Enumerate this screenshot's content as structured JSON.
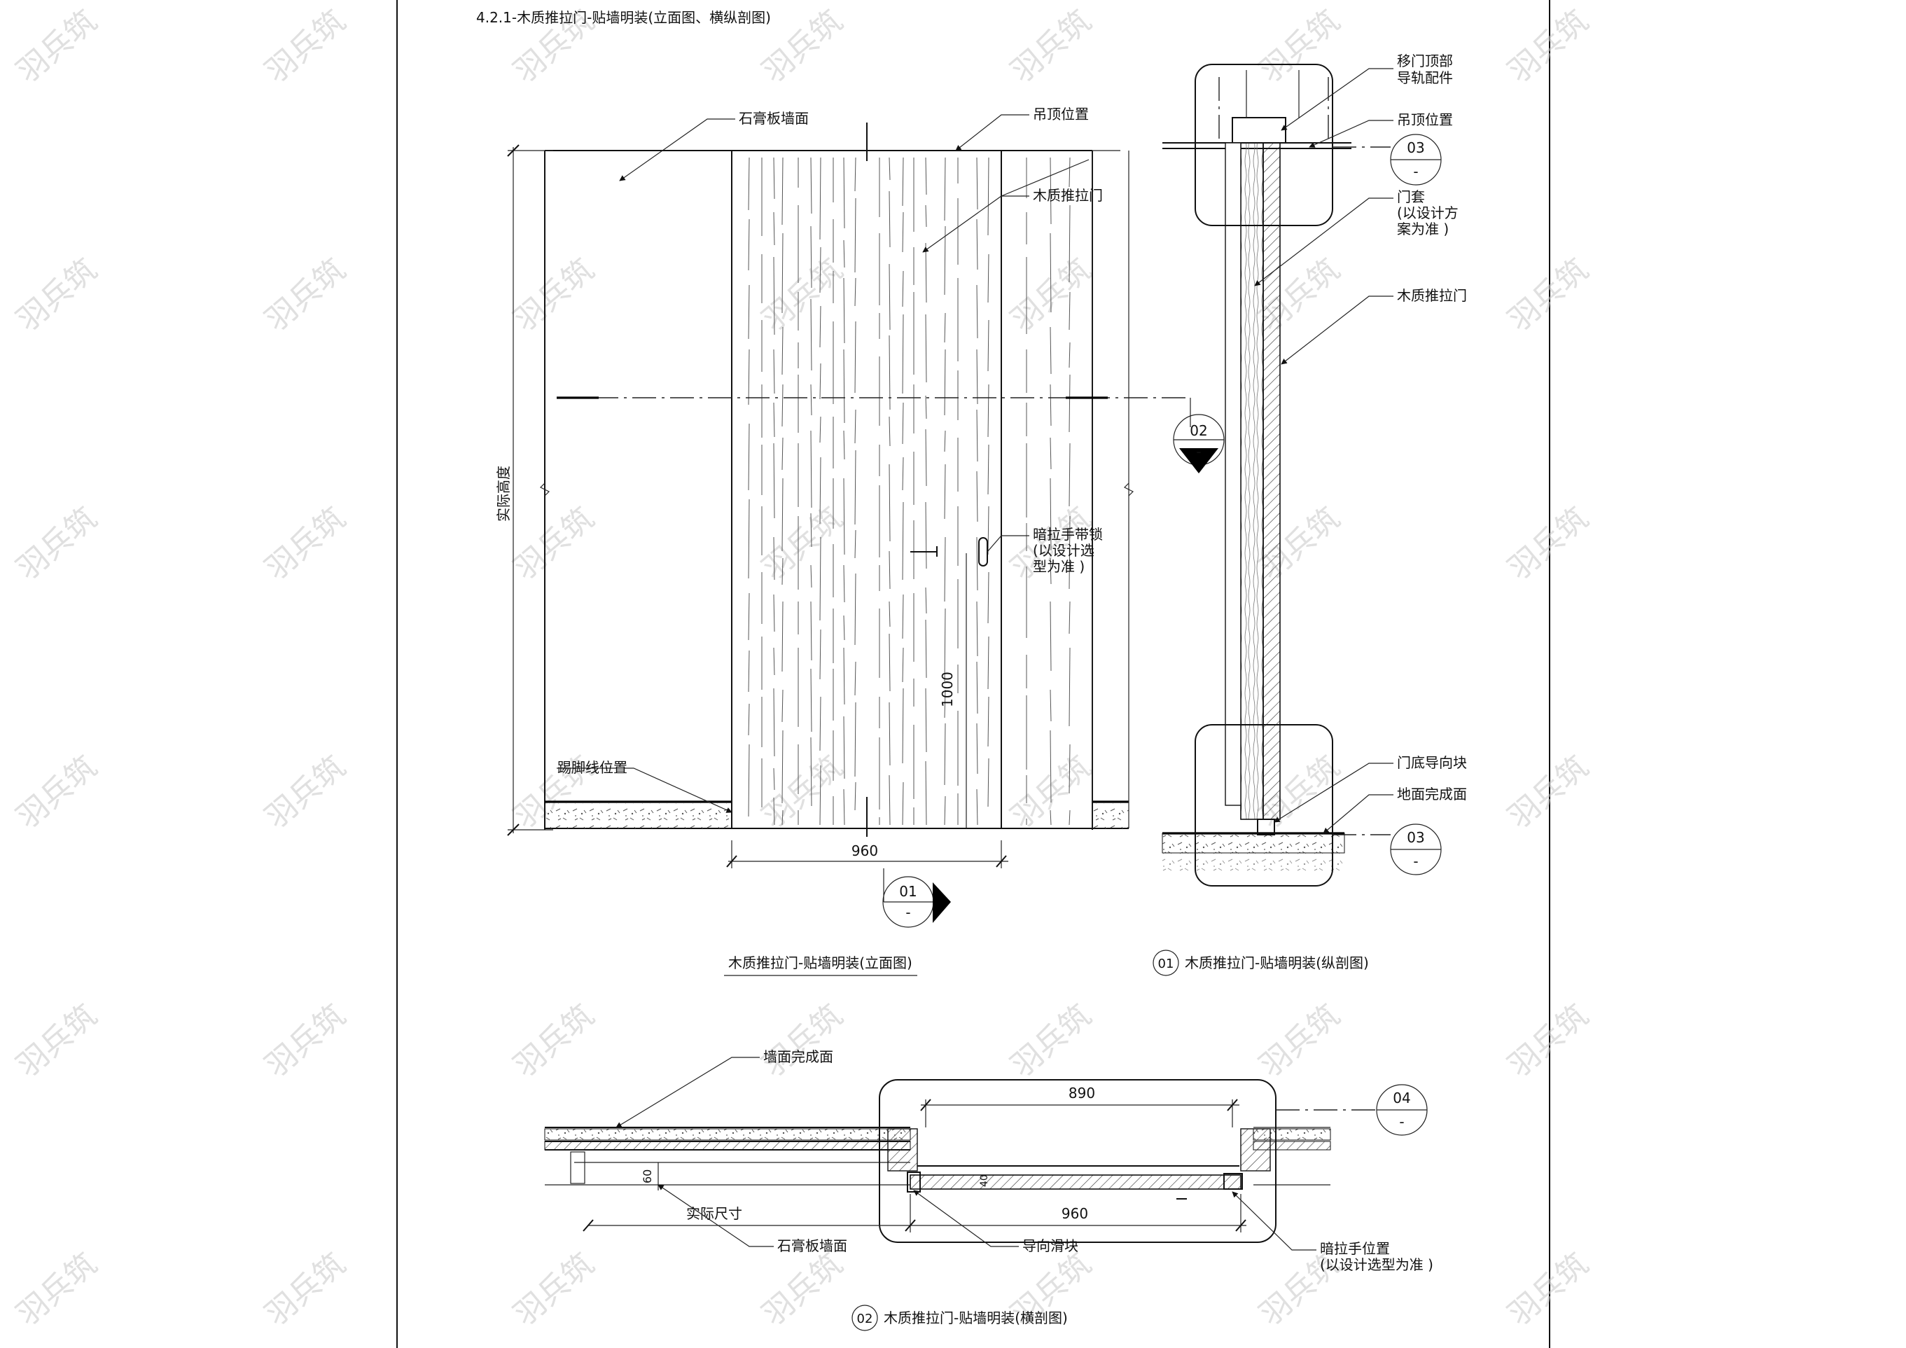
{
  "header": {
    "title": "4.2.1-木质推拉门-贴墙明装(立面图、横纵剖图)"
  },
  "elevation": {
    "labels": {
      "gypsum_wall": "石膏板墙面",
      "ceiling": "吊顶位置",
      "door": "木质推拉门",
      "handle_1": "暗拉手带锁",
      "handle_2": "(以设计选",
      "handle_3": "型为准 )",
      "skirting": "踢脚线位置",
      "height": "实际高度"
    },
    "dims": {
      "width": "960",
      "handle_height": "1000"
    },
    "marker_01": {
      "num": "01",
      "sub": "-"
    },
    "marker_02": {
      "num": "02",
      "sub": "-"
    },
    "caption": "木质推拉门-贴墙明装(立面图)"
  },
  "section_v": {
    "labels": {
      "track_1": "移门顶部",
      "track_2": "导轨配件",
      "ceiling": "吊顶位置",
      "frame_1": "门套",
      "frame_2": "(以设计方",
      "frame_3": "案为准 )",
      "door": "木质推拉门",
      "guide": "门底导向块",
      "floor": "地面完成面"
    },
    "marker_03a": {
      "num": "03",
      "sub": "-"
    },
    "marker_03b": {
      "num": "03",
      "sub": "-"
    },
    "caption_num": "01",
    "caption": "木质推拉门-贴墙明装(纵剖图)"
  },
  "section_h": {
    "labels": {
      "wall_finish": "墙面完成面",
      "actual": "实际尺寸",
      "gypsum": "石膏板墙面",
      "slider": "导向滑块",
      "handle_1": "暗拉手位置",
      "handle_2": "(以设计选型为准 )"
    },
    "dims": {
      "opening": "890",
      "door": "960",
      "gap": "60",
      "gap2": "40"
    },
    "marker_04": {
      "num": "04",
      "sub": "-"
    },
    "caption_num": "02",
    "caption": "木质推拉门-贴墙明装(横剖图)"
  },
  "watermark": "羽兵筑"
}
